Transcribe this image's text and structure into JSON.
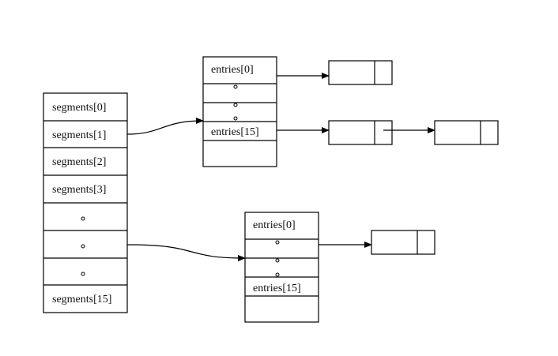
{
  "segments": {
    "labels": [
      "segments[0]",
      "segments[1]",
      "segments[2]",
      "segments[3]",
      "",
      "",
      "",
      "segments[15]"
    ]
  },
  "table_a": {
    "first_label": "entries[0]",
    "last_label": "entries[15]"
  },
  "table_b": {
    "first_label": "entries[0]",
    "last_label": "entries[15]"
  },
  "colors": {
    "stroke": "#000000",
    "background": "#ffffff"
  }
}
